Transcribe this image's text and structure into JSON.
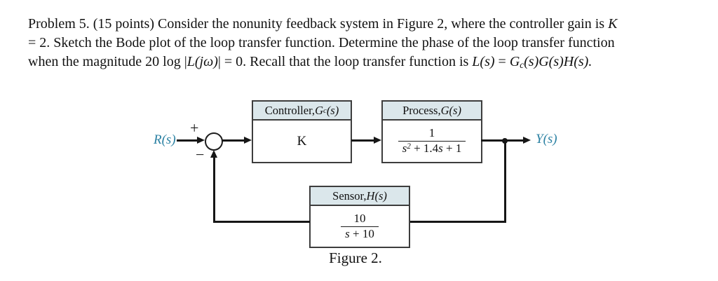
{
  "problem": {
    "lines": [
      {
        "parts": [
          {
            "t": "Problem 5. (15 points) Consider the nonunity feedback system in Figure 2, where the controller gain is ",
            "s": "n"
          },
          {
            "t": "K",
            "s": "i"
          }
        ]
      },
      {
        "parts": [
          {
            "t": "= 2. Sketch the Bode plot of the loop transfer function. Determine the phase of the loop transfer function",
            "s": "n"
          }
        ]
      },
      {
        "parts": [
          {
            "t": "when the magnitude 20 log |",
            "s": "n"
          },
          {
            "t": "L(jω)",
            "s": "i"
          },
          {
            "t": "| = 0. Recall that the loop transfer function is ",
            "s": "n"
          },
          {
            "t": "L(s)",
            "s": "i"
          },
          {
            "t": " = ",
            "s": "n"
          },
          {
            "t": "G",
            "s": "i"
          },
          {
            "t": "c",
            "s": "subi"
          },
          {
            "t": "(s)G(s)H(s).",
            "s": "i"
          }
        ]
      }
    ]
  },
  "diagram": {
    "colors": {
      "signal_label": "#2b81a3",
      "block_header_bg": "#dbe7eb",
      "block_border": "#3d3d3d",
      "line": "#161616"
    },
    "input_label": "R(s)",
    "output_label": "Y(s)",
    "sum": {
      "plus": "+",
      "minus": "−"
    },
    "controller": {
      "header_parts": [
        {
          "t": "Controller, ",
          "s": "n"
        },
        {
          "t": "G",
          "s": "i"
        },
        {
          "t": "c",
          "s": "subi"
        },
        {
          "t": "(s)",
          "s": "i"
        }
      ],
      "body": "K"
    },
    "process": {
      "header_parts": [
        {
          "t": "Process, ",
          "s": "n"
        },
        {
          "t": "G(s)",
          "s": "i"
        }
      ],
      "numerator": "1",
      "den_parts": [
        {
          "t": "s",
          "s": "i"
        },
        {
          "t": "2",
          "s": "supi"
        },
        {
          "t": " + 1.4",
          "s": "n"
        },
        {
          "t": "s",
          "s": "i"
        },
        {
          "t": " + 1",
          "s": "n"
        }
      ]
    },
    "sensor": {
      "header_parts": [
        {
          "t": "Sensor, ",
          "s": "n"
        },
        {
          "t": "H(s)",
          "s": "i"
        }
      ],
      "numerator": "10",
      "den_parts": [
        {
          "t": "s",
          "s": "i"
        },
        {
          "t": " + 10",
          "s": "n"
        }
      ]
    },
    "caption": "Figure 2."
  }
}
